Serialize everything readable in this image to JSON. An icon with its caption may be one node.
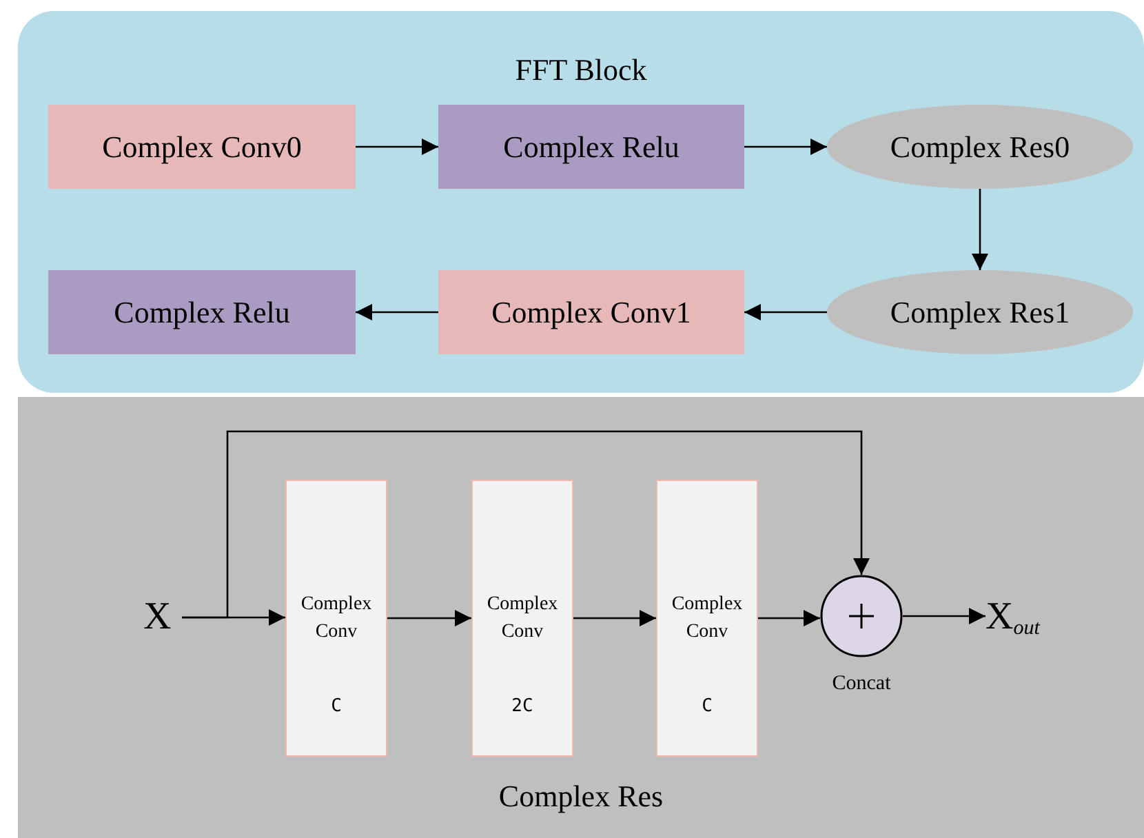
{
  "diagram": {
    "nodes": [
      {
        "text": [
          "FFT Block"
        ]
      },
      {
        "text": [
          "Complex Conv0"
        ],
        "in": 0
      },
      {
        "text": [
          "Complex Relu"
        ],
        "in": 0
      },
      {
        "text": [
          "Complex Res0"
        ],
        "in": 0
      },
      {
        "text": [
          "Complex Res1"
        ],
        "in": 0
      },
      {
        "text": [
          "Complex Conv1"
        ],
        "in": 0
      },
      {
        "text": [
          "Complex Relu"
        ],
        "in": 0
      },
      {
        "text": [
          "Complex Res"
        ]
      },
      {
        "text": [
          "X"
        ],
        "in": 7
      },
      {
        "text": [
          "Complex Conv",
          "C"
        ],
        "in": 7
      },
      {
        "text": [
          "Complex Conv",
          "2C"
        ],
        "in": 7
      },
      {
        "text": [
          "Complex Conv",
          "C"
        ],
        "in": 7
      },
      {
        "text": [],
        "shape": "circle",
        "in": 7,
        "beside": [
          "Concat"
        ]
      },
      {
        "text": [
          "X$_{out}$"
        ],
        "in": 7
      }
    ],
    "edges": [
      {
        "from": 1,
        "to": 2,
        "arrow": "to"
      },
      {
        "from": 2,
        "to": 3,
        "arrow": "to"
      },
      {
        "from": 3,
        "to": 4,
        "arrow": "to"
      },
      {
        "from": 4,
        "to": 5,
        "arrow": "to"
      },
      {
        "from": 5,
        "to": 6,
        "arrow": "to"
      },
      {
        "from": 8,
        "to": 9,
        "arrow": "to"
      },
      {
        "from": 9,
        "to": 10,
        "arrow": "to"
      },
      {
        "from": 10,
        "to": 11,
        "arrow": "to"
      },
      {
        "from": 11,
        "to": 12,
        "arrow": "to"
      },
      {
        "from": 8,
        "to": 12,
        "arrow": "to"
      },
      {
        "from": 12,
        "to": 13,
        "arrow": "to"
      }
    ]
  }
}
